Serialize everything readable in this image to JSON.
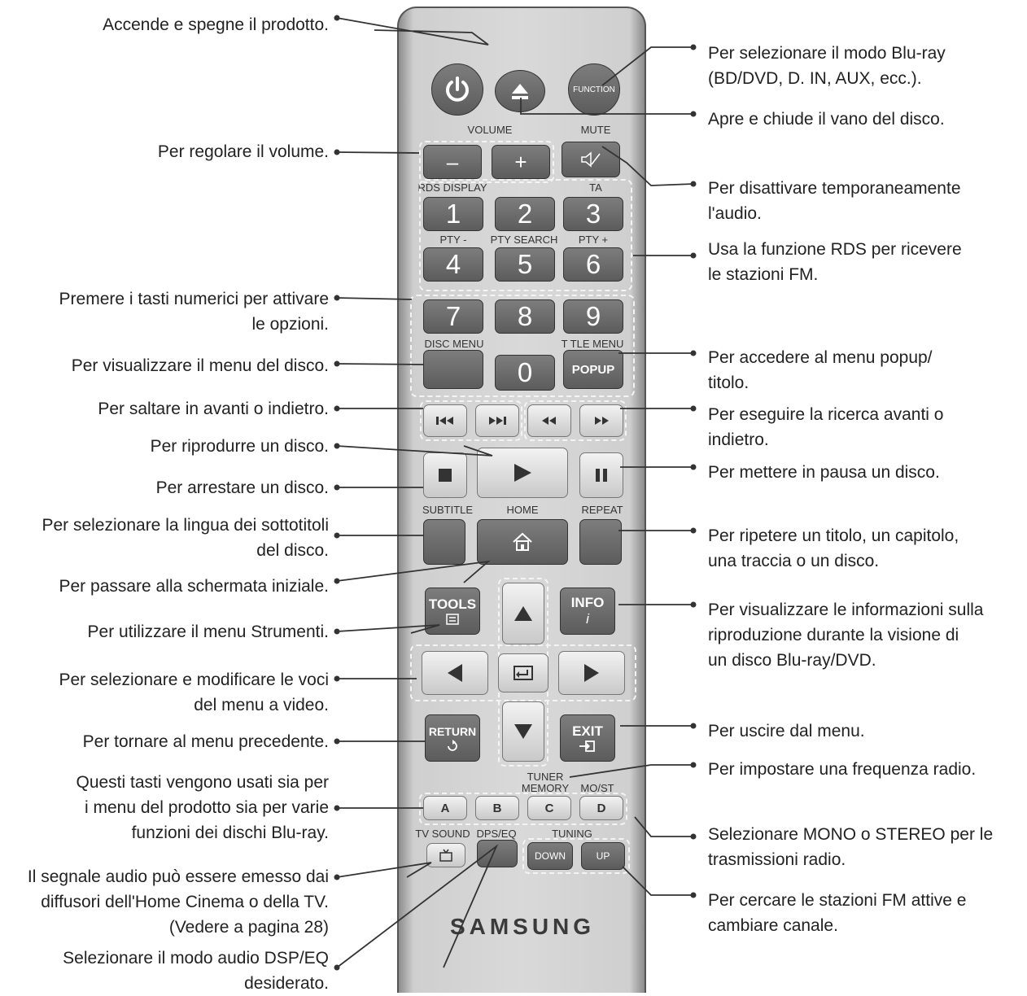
{
  "labels_left": [
    {
      "id": "power",
      "lines": [
        "Accende e spegne il prodotto."
      ]
    },
    {
      "id": "volume",
      "lines": [
        "Per regolare il volume."
      ]
    },
    {
      "id": "numeric",
      "lines": [
        "Premere i tasti numerici per attivare",
        "le opzioni."
      ]
    },
    {
      "id": "disc_menu",
      "lines": [
        "Per visualizzare il menu del disco."
      ]
    },
    {
      "id": "skip",
      "lines": [
        "Per saltare in avanti o indietro."
      ]
    },
    {
      "id": "play",
      "lines": [
        "Per riprodurre un disco."
      ]
    },
    {
      "id": "stop",
      "lines": [
        "Per arrestare un disco."
      ]
    },
    {
      "id": "subtitle",
      "lines": [
        "Per selezionare la lingua dei sottotitoli",
        "del disco."
      ]
    },
    {
      "id": "home",
      "lines": [
        "Per passare alla schermata iniziale."
      ]
    },
    {
      "id": "tools",
      "lines": [
        "Per utilizzare il menu Strumenti."
      ]
    },
    {
      "id": "nav",
      "lines": [
        "Per selezionare e modificare le voci",
        "del menu a video."
      ]
    },
    {
      "id": "return",
      "lines": [
        "Per tornare al menu precedente."
      ]
    },
    {
      "id": "color",
      "lines": [
        "Questi tasti vengono usati sia per",
        "i menu del prodotto sia per varie",
        "funzioni dei dischi Blu-ray."
      ]
    },
    {
      "id": "tv_sound",
      "lines": [
        "Il segnale audio può essere emesso dai",
        "diffusori dell'Home Cinema o della TV.",
        "(Vedere a pagina 28)"
      ]
    },
    {
      "id": "dsp",
      "lines": [
        "Selezionare il modo audio DSP/EQ",
        "desiderato."
      ]
    }
  ],
  "labels_right": [
    {
      "id": "function",
      "lines": [
        "Per selezionare il modo Blu-ray",
        "(BD/DVD, D. IN, AUX, ecc.)."
      ]
    },
    {
      "id": "eject",
      "lines": [
        "Apre e chiude il vano del disco."
      ]
    },
    {
      "id": "mute",
      "lines": [
        "Per disattivare temporaneamente",
        "l'audio."
      ]
    },
    {
      "id": "rds",
      "lines": [
        "Usa la funzione RDS per ricevere",
        "le stazioni FM."
      ]
    },
    {
      "id": "popup",
      "lines": [
        "Per accedere al menu popup/",
        "titolo."
      ]
    },
    {
      "id": "search",
      "lines": [
        "Per eseguire la ricerca avanti o",
        "indietro."
      ]
    },
    {
      "id": "pause",
      "lines": [
        "Per mettere in pausa un disco."
      ]
    },
    {
      "id": "repeat",
      "lines": [
        "Per ripetere un titolo, un capitolo,",
        "una traccia o un disco."
      ]
    },
    {
      "id": "info",
      "lines": [
        "Per visualizzare le informazioni sulla",
        "riproduzione durante la visione di",
        "un disco Blu-ray/DVD."
      ]
    },
    {
      "id": "exit",
      "lines": [
        "Per uscire dal menu."
      ]
    },
    {
      "id": "tuner_memory",
      "lines": [
        "Per impostare una frequenza radio."
      ]
    },
    {
      "id": "mono_st",
      "lines": [
        "Selezionare MONO o STEREO per le",
        "trasmissioni radio."
      ]
    },
    {
      "id": "tuning",
      "lines": [
        "Per cercare le stazioni FM attive e",
        "cambiare canale."
      ]
    }
  ],
  "remote": {
    "brand": "SAMSUNG",
    "caption_volume": "VOLUME",
    "caption_mute": "MUTE",
    "caption_rds_display": "RDS DISPLAY",
    "caption_ta": "TA",
    "caption_pty_minus": "PTY -",
    "caption_pty_search": "PTY SEARCH",
    "caption_pty_plus": "PTY +",
    "caption_disc_menu": "DISC MENU",
    "caption_title_menu": "T TLE MENU",
    "caption_subtitle": "SUBTITLE",
    "caption_home": "HOME",
    "caption_repeat": "REPEAT",
    "caption_tuner_memory_1": "TUNER",
    "caption_tuner_memory_2": "MEMORY",
    "caption_mo_st": "MO/ST",
    "caption_tv_sound": "TV SOUND",
    "caption_dsp_eq": "DPS/EQ",
    "caption_tuning": "TUNING",
    "btn_function": "FUNCTION",
    "btn_minus": "–",
    "btn_plus": "+",
    "btn_popup": "POPUP",
    "btn_tools": "TOOLS",
    "btn_info": "INFO",
    "btn_info_sub": "i",
    "btn_return": "RETURN",
    "btn_exit": "EXIT",
    "btn_a": "A",
    "btn_b": "B",
    "btn_c": "C",
    "btn_d": "D",
    "btn_down": "DOWN",
    "btn_up": "UP",
    "digits": [
      "1",
      "2",
      "3",
      "4",
      "5",
      "6",
      "7",
      "8",
      "9",
      "0"
    ]
  }
}
